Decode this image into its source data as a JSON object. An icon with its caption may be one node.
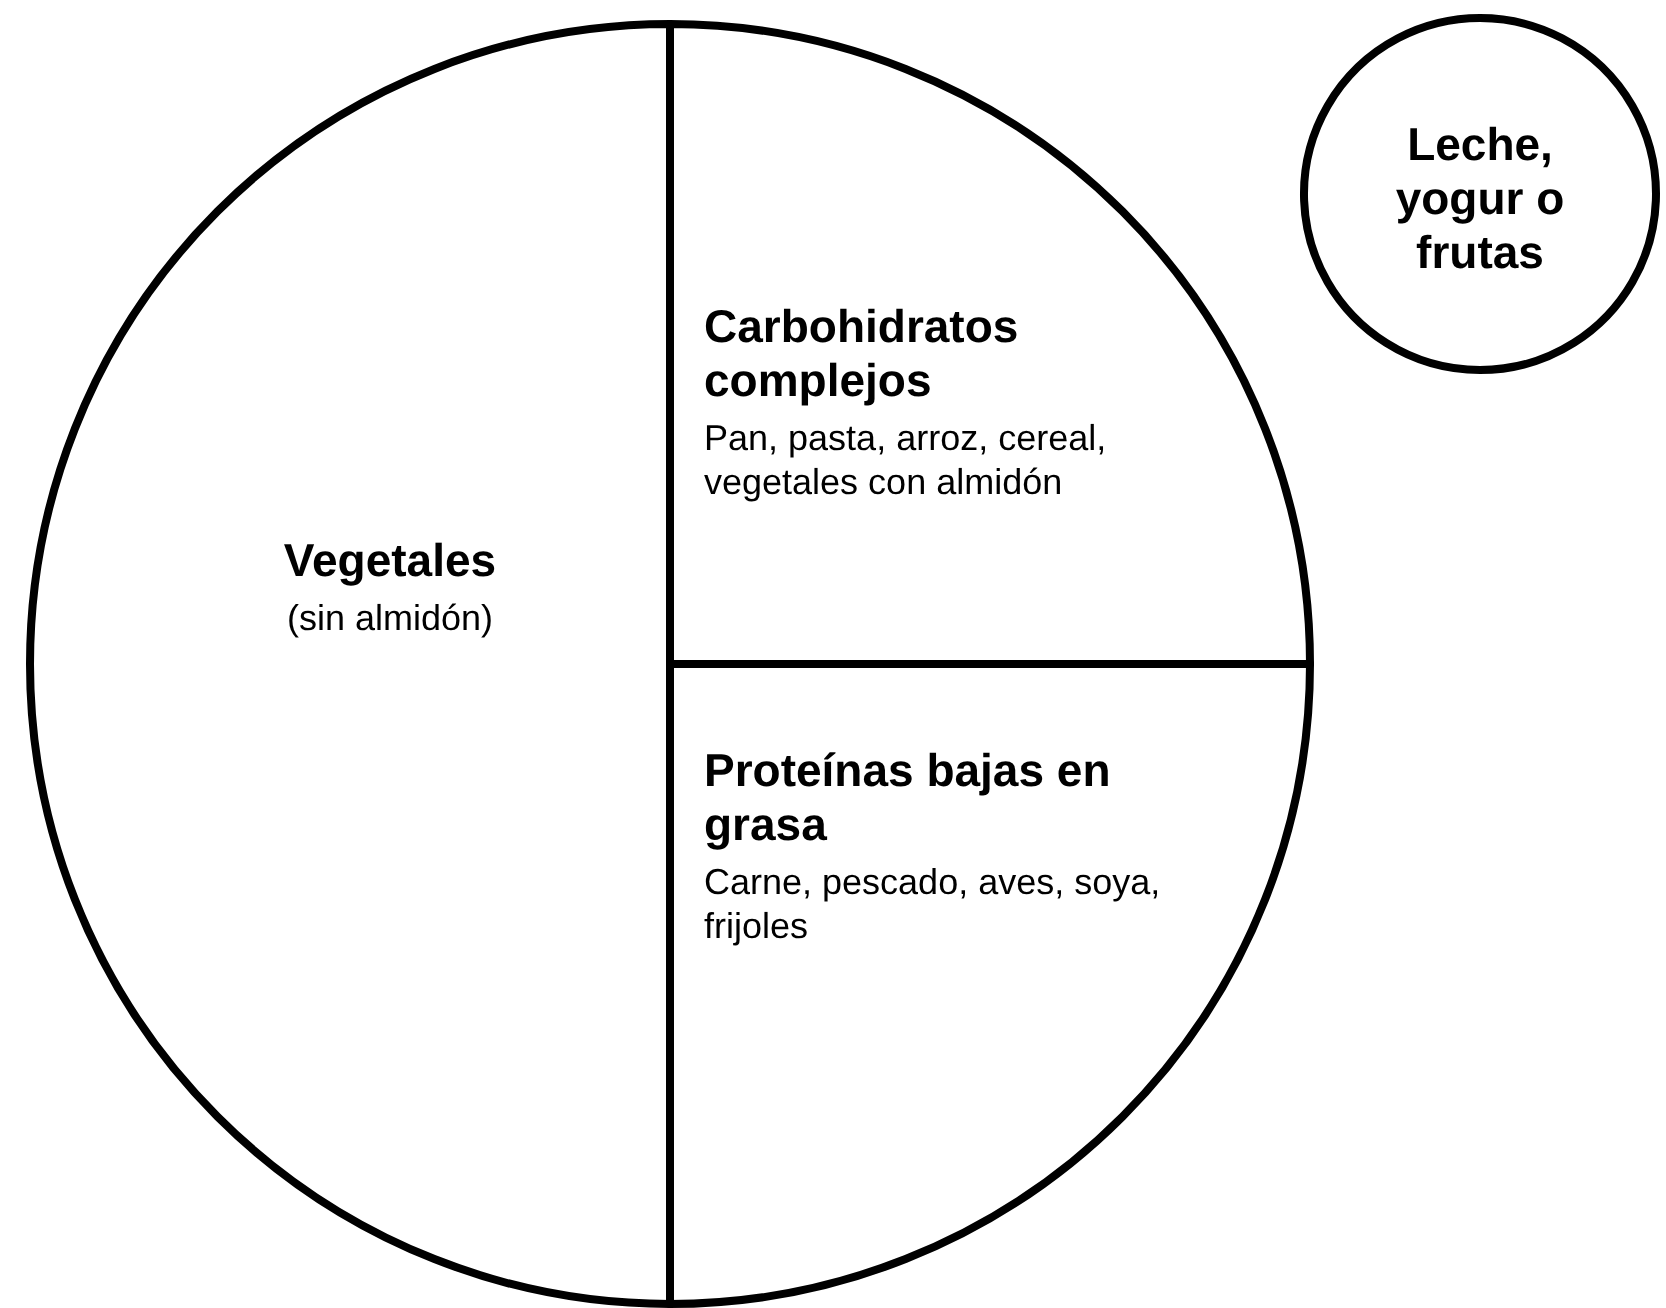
{
  "diagram": {
    "nodes": [
      {
        "text": [
          "Vegetales",
          "(sin almidón)"
        ]
      },
      {
        "text": [
          "Carbohidratos complejos",
          "Pan, pasta, arroz, cereal, vegetales con almidón"
        ]
      },
      {
        "text": [
          "Proteínas bajas en grasa",
          "Carne, pescado, aves, soya, frijoles"
        ]
      },
      {
        "text": [
          "Leche, yogur o frutas"
        ]
      }
    ]
  }
}
